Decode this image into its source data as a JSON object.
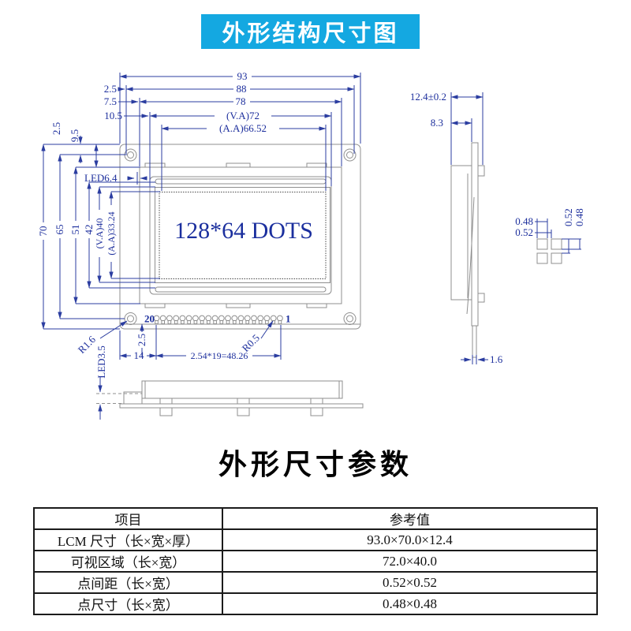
{
  "banner": {
    "title": "外形结构尺寸图"
  },
  "section_title": "外形尺寸参数",
  "drawing": {
    "display_text": "128*64 DOTS",
    "dims": {
      "w93": "93",
      "w88": "88",
      "w78": "78",
      "w72": "(V.A)72",
      "w6652": "(A.A)66.52",
      "off25": "2.5",
      "off75": "7.5",
      "off105": "10.5",
      "v25": "2.5",
      "v95": "9.5",
      "h70": "70",
      "h65": "65",
      "h51": "51",
      "h42": "42",
      "h40": "(V.A)40",
      "h3324": "(A.A)33.24",
      "led64": "LED6.4",
      "r16": "R1.6",
      "led35": "LED3.5",
      "b25": "2.5",
      "b14": "14",
      "pitch": "2.54*19=48.26",
      "r05": "R0.5",
      "pin20": "20",
      "pin1": "1",
      "thick": "12.4±0.2",
      "s83": "8.3",
      "s16": "1.6",
      "dot_w": "0.48",
      "dot_pitch_w": "0.52",
      "dot_pitch_v": "0.52",
      "dot_h": "0.48"
    }
  },
  "table": {
    "col_item": "项目",
    "col_value": "参考值",
    "rows": [
      {
        "item": "LCM 尺寸（长×宽×厚）",
        "value": "93.0×70.0×12.4"
      },
      {
        "item": "可视区域（长×宽）",
        "value": "72.0×40.0"
      },
      {
        "item": "点间距（长×宽）",
        "value": "0.52×0.52"
      },
      {
        "item": "点尺寸（长×宽）",
        "value": "0.48×0.48"
      }
    ]
  }
}
